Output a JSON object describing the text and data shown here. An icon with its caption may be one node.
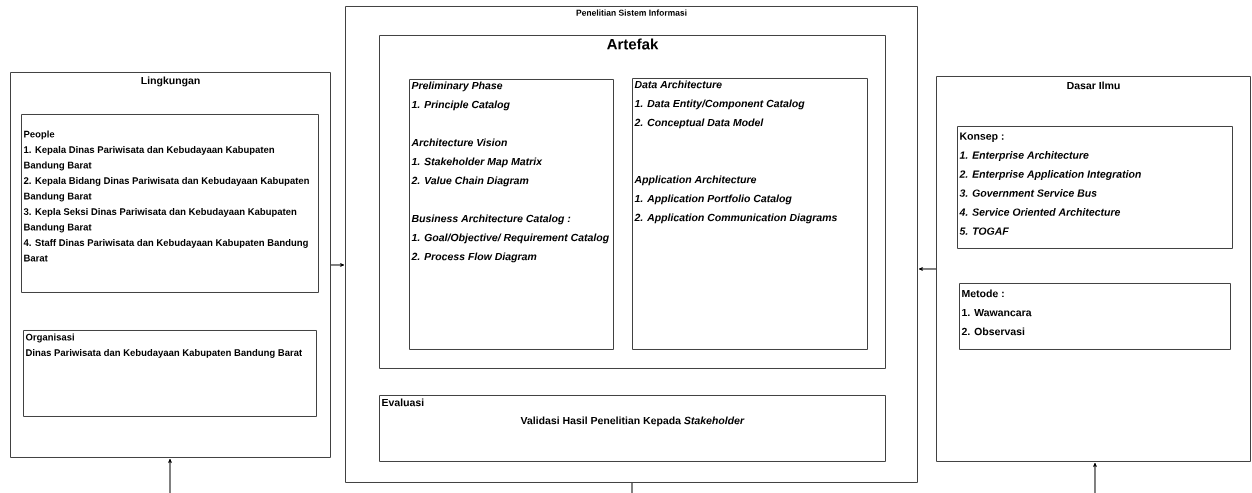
{
  "diagram": {
    "nodes": [
      {
        "text": [
          "Lingkungan"
        ]
      },
      {
        "text": [
          "People",
          "1. Kepala Dinas Pariwisata dan Kebudayaan Kabupaten Bandung Barat",
          "2. Kepala Bidang Dinas Pariwisata dan Kebudayaan Kabupaten Bandung Barat",
          "3. Kepla Seksi Dinas Pariwisata dan Kebudayaan Kabupaten Bandung Barat",
          "4. Staff Dinas Pariwisata dan Kebudayaan Kabupaten Bandung Barat"
        ],
        "in": 0
      },
      {
        "text": [
          "Organisasi",
          "Dinas Pariwisata dan Kebudayaan Kabupaten Bandung Barat"
        ],
        "in": 0
      },
      {
        "text": [
          "Penelitian Sistem Informasi"
        ]
      },
      {
        "text": [
          "Artefak"
        ],
        "in": 3
      },
      {
        "text": [
          "Preliminary Phase",
          "1. Principle Catalog",
          "Architecture Vision",
          "1. Stakeholder Map Matrix",
          "2. Value Chain Diagram",
          "Business Architecture Catalog :",
          "1. Goal/Objective/ Requirement Catalog",
          "2. Process Flow Diagram"
        ],
        "in": 4
      },
      {
        "text": [
          "Data Architecture",
          "1. Data Entity/Component Catalog",
          "2. Conceptual Data Model",
          "Application Architecture",
          "1. Application Portfolio Catalog",
          "2. Application Communication Diagrams"
        ],
        "in": 4
      },
      {
        "text": [
          "Evaluasi",
          "Validasi Hasil Penelitian Kepada *Stakeholder*"
        ],
        "in": 3
      },
      {
        "text": [
          "Dasar Ilmu"
        ]
      },
      {
        "text": [
          "Konsep :",
          "1. Enterprise Architecture",
          "2. Enterprise Application Integration",
          "3. Government Service Bus",
          "4. Service Oriented Architecture",
          "5. TOGAF"
        ],
        "in": 8
      },
      {
        "text": [
          "Metode :",
          "1. Wawancara",
          "2. Observasi"
        ],
        "in": 8
      }
    ],
    "edges": [
      {
        "from": 0,
        "to": 3,
        "arrow": "to"
      },
      {
        "from": 8,
        "to": 3,
        "arrow": "to"
      },
      {
        "from": null,
        "to": 0,
        "arrow": "to"
      },
      {
        "from": null,
        "to": 8,
        "arrow": "to"
      },
      {
        "from": 3,
        "to": null,
        "arrow": "none"
      }
    ]
  }
}
